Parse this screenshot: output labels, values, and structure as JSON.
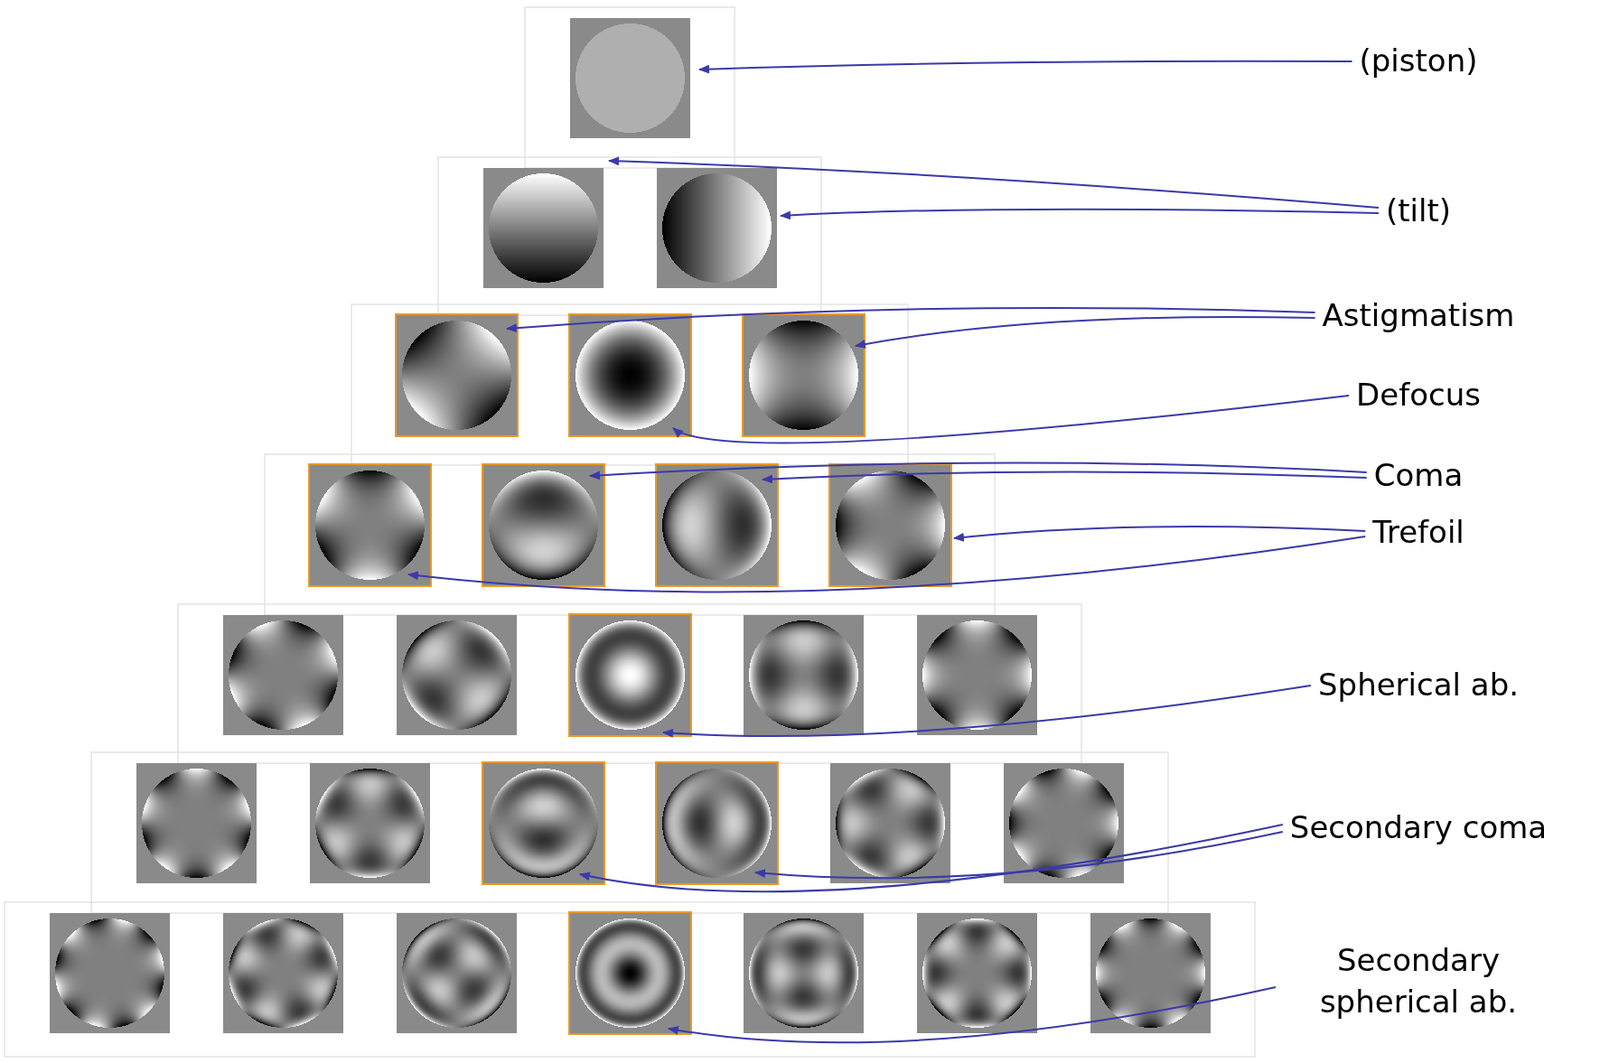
{
  "diagram": {
    "labels": [
      "(piston)",
      "(tilt)",
      "Astigmatism",
      "Defocus",
      "Coma",
      "Trefoil",
      "Spherical ab.",
      "Secondary coma",
      "Secondary spherical ab."
    ]
  }
}
